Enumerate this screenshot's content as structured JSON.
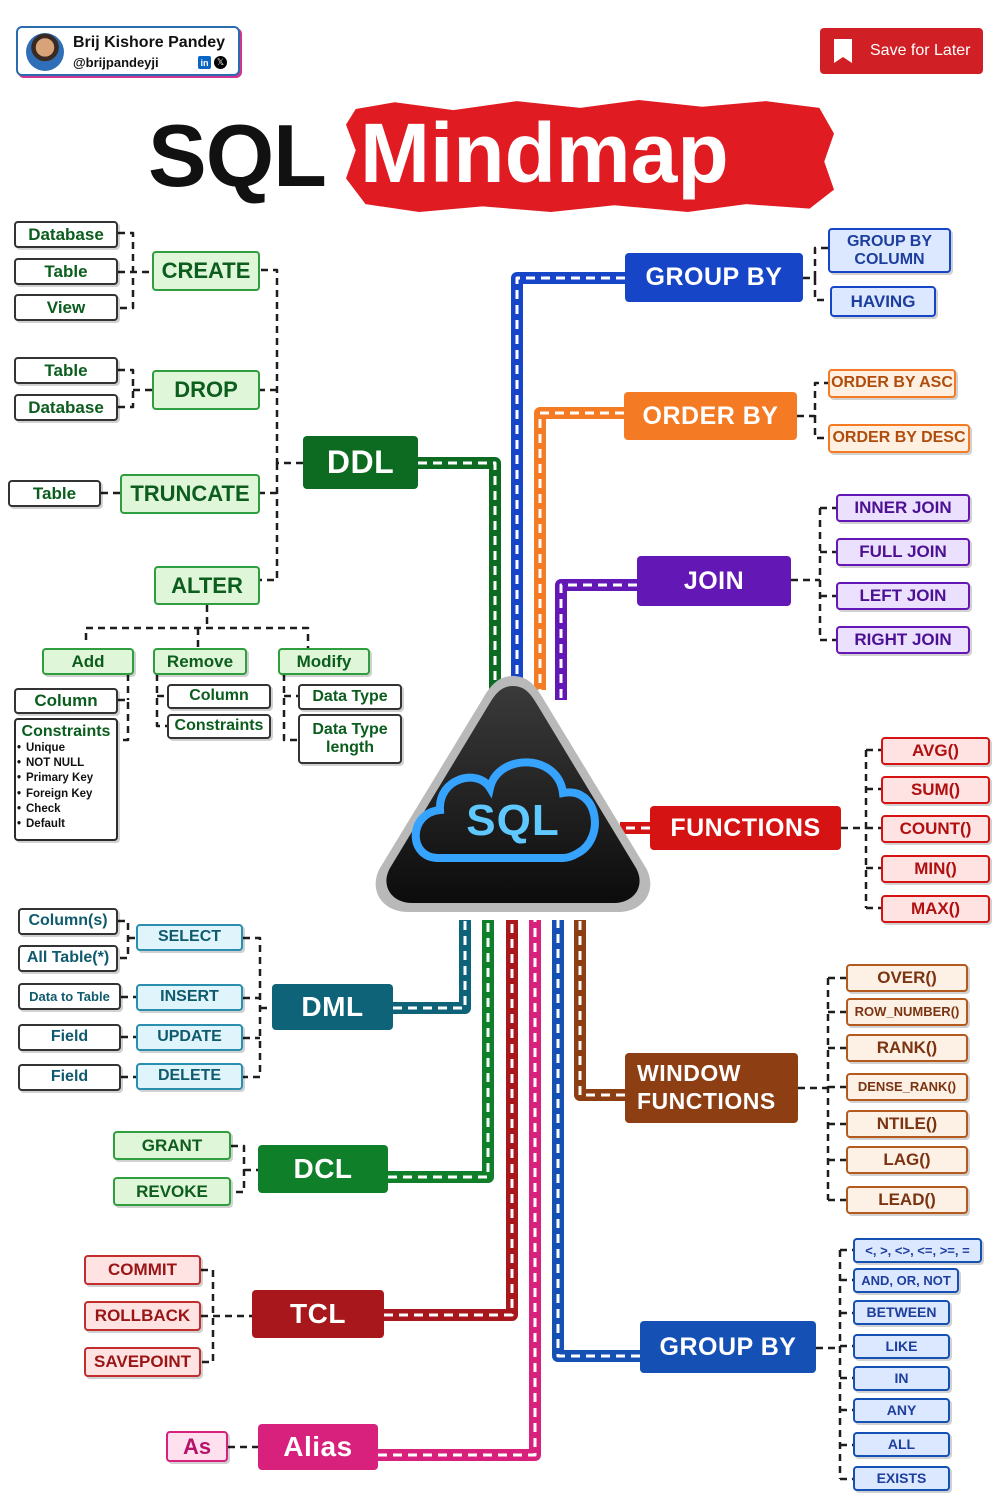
{
  "author": {
    "name": "Brij Kishore Pandey",
    "handle": "@brijpandeyji",
    "icons": [
      "linkedin-icon",
      "x-icon"
    ]
  },
  "save_button": {
    "label": "Save for Later",
    "icon": "bookmark-icon"
  },
  "title": {
    "part1": "SQL",
    "part2": "Mindmap"
  },
  "center": {
    "label": "SQL",
    "icon": "cloud-icon"
  },
  "colors": {
    "ddl": "#0d6b21",
    "group_by": "#1745c8",
    "order_by": "#f57a24",
    "join": "#6318b5",
    "functions": "#d51313",
    "dml": "#0f6378",
    "window": "#8d3e12",
    "dcl": "#0f7f29",
    "tcl": "#a8171c",
    "alias": "#d8217d",
    "operators": "#1550b5"
  },
  "ddl": {
    "hub": "DDL",
    "create": {
      "label": "CREATE",
      "items": [
        "Database",
        "Table",
        "View"
      ]
    },
    "drop": {
      "label": "DROP",
      "items": [
        "Table",
        "Database"
      ]
    },
    "truncate": {
      "label": "TRUNCATE",
      "items": [
        "Table"
      ]
    },
    "alter": {
      "label": "ALTER",
      "add": {
        "label": "Add",
        "column": "Column",
        "constraints_title": "Constraints",
        "constraints": [
          "Unique",
          "NOT NULL",
          "Primary Key",
          "Foreign Key",
          "Check",
          "Default"
        ]
      },
      "remove": {
        "label": "Remove",
        "items": [
          "Column",
          "Constraints"
        ]
      },
      "modify": {
        "label": "Modify",
        "items": [
          "Data Type",
          "Data Type length"
        ]
      }
    }
  },
  "group_by_top": {
    "hub": "GROUP BY",
    "items": [
      "GROUP BY COLUMN",
      "HAVING"
    ]
  },
  "order_by": {
    "hub": "ORDER BY",
    "items": [
      "ORDER BY ASC",
      "ORDER BY DESC"
    ]
  },
  "join": {
    "hub": "JOIN",
    "items": [
      "INNER JOIN",
      "FULL JOIN",
      "LEFT JOIN",
      "RIGHT JOIN"
    ]
  },
  "functions": {
    "hub": "FUNCTIONS",
    "items": [
      "AVG()",
      "SUM()",
      "COUNT()",
      "MIN()",
      "MAX()"
    ]
  },
  "dml": {
    "hub": "DML",
    "items": [
      {
        "label": "SELECT",
        "targets": [
          "Column(s)",
          "All Table(*)"
        ]
      },
      {
        "label": "INSERT",
        "targets": [
          "Data to Table"
        ]
      },
      {
        "label": "UPDATE",
        "targets": [
          "Field"
        ]
      },
      {
        "label": "DELETE",
        "targets": [
          "Field"
        ]
      }
    ]
  },
  "window_functions": {
    "hub": "WINDOW FUNCTIONS",
    "items": [
      "OVER()",
      "ROW_NUMBER()",
      "RANK()",
      "DENSE_RANK()",
      "NTILE()",
      "LAG()",
      "LEAD()"
    ]
  },
  "dcl": {
    "hub": "DCL",
    "items": [
      "GRANT",
      "REVOKE"
    ]
  },
  "tcl": {
    "hub": "TCL",
    "items": [
      "COMMIT",
      "ROLLBACK",
      "SAVEPOINT"
    ]
  },
  "group_by_bottom": {
    "hub": "GROUP BY",
    "items": [
      "<, >, <>, <=, >=, =",
      "AND, OR, NOT",
      "BETWEEN",
      "LIKE",
      "IN",
      "ANY",
      "ALL",
      "EXISTS"
    ]
  },
  "alias": {
    "hub": "Alias",
    "items": [
      "As"
    ]
  }
}
